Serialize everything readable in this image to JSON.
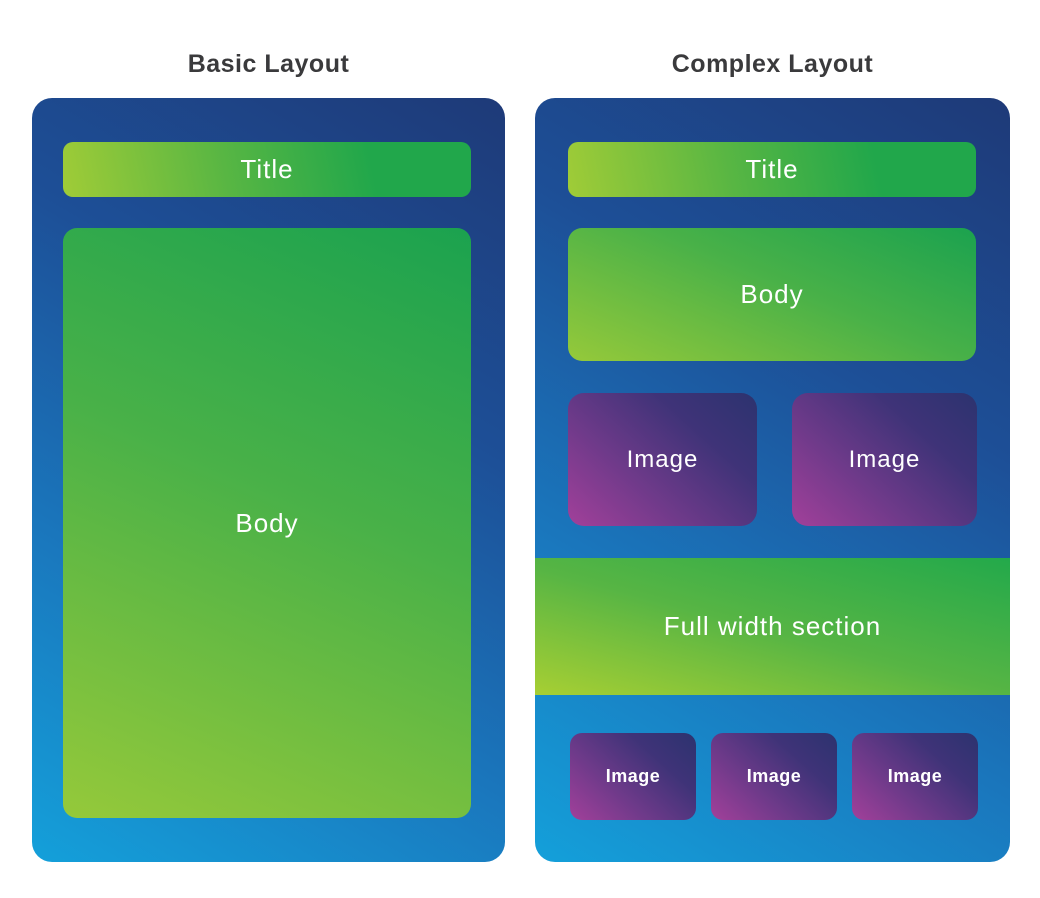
{
  "colors": {
    "page_bg": "#ffffff",
    "heading_text": "#3a3a3c",
    "panel_navy": "#1e3a78",
    "panel_cyan": "#14a0da",
    "green_light": "#a0cc37",
    "green_dark": "#1ba24f",
    "purple_indigo": "#2c336f",
    "purple_magenta": "#a2409a",
    "label_text": "#ffffff"
  },
  "basic_layout": {
    "heading": "Basic Layout",
    "title_label": "Title",
    "body_label": "Body"
  },
  "complex_layout": {
    "heading": "Complex Layout",
    "title_label": "Title",
    "body_label": "Body",
    "image_labels": [
      "Image",
      "Image"
    ],
    "full_width_label": "Full width section",
    "small_image_labels": [
      "Image",
      "Image",
      "Image"
    ]
  }
}
